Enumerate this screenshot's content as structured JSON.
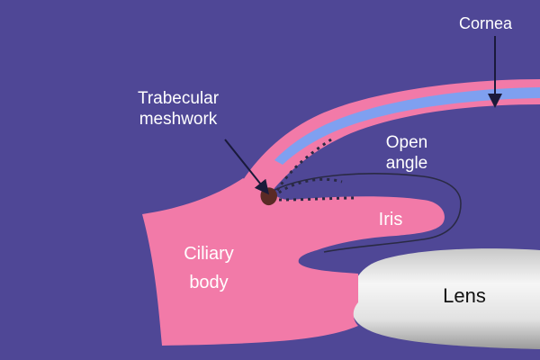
{
  "labels": {
    "cornea": "Cornea",
    "trabecular_line1": "Trabecular",
    "trabecular_line2": "meshwork",
    "open_angle_line1": "Open",
    "open_angle_line2": "angle",
    "iris": "Iris",
    "ciliary_line1": "Ciliary",
    "ciliary_line2": "body",
    "lens": "Lens"
  },
  "colors": {
    "background": "#4f4796",
    "tissue": "#f27aa8",
    "cornea_inner": "#7fa0f0",
    "meshwork": "#5a2a26",
    "lens_light": "#f4f4f4",
    "lens_dark": "#9a9a9a",
    "arrow": "#1a1a3a",
    "label_white": "#ffffff",
    "label_dark": "#111111"
  }
}
